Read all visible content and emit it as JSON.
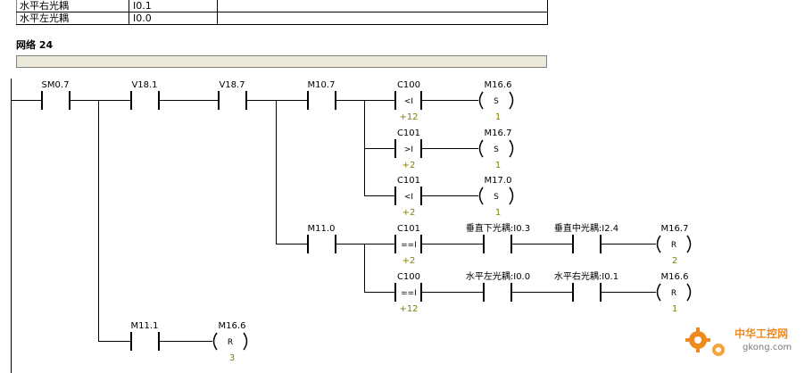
{
  "symbol_table": {
    "rows": [
      {
        "name": "水平右光耦",
        "address": "I0.1"
      },
      {
        "name": "水平左光耦",
        "address": "I0.0"
      }
    ]
  },
  "network": {
    "title": "网络 24",
    "comment": ""
  },
  "contacts": {
    "sm07": "SM0.7",
    "v181": "V18.1",
    "v187": "V18.7",
    "m107": "M10.7",
    "m110": "M11.0",
    "m111": "M11.1",
    "vert_lower": "垂直下光耦:I0.3",
    "vert_mid": "垂直中光耦:I2.4",
    "horz_left": "水平左光耦:I0.0",
    "horz_right": "水平右光耦:I0.1"
  },
  "compares": [
    {
      "counter": "C100",
      "op": "<I",
      "value": "+12"
    },
    {
      "counter": "C101",
      "op": ">I",
      "value": "+2"
    },
    {
      "counter": "C101",
      "op": "<I",
      "value": "+2"
    },
    {
      "counter": "C101",
      "op": "==I",
      "value": "+2"
    },
    {
      "counter": "C100",
      "op": "==I",
      "value": "+12"
    }
  ],
  "coils": [
    {
      "addr": "M16.6",
      "type": "S",
      "count": "1"
    },
    {
      "addr": "M16.7",
      "type": "S",
      "count": "1"
    },
    {
      "addr": "M17.0",
      "type": "S",
      "count": "1"
    },
    {
      "addr": "M16.7",
      "type": "R",
      "count": "2"
    },
    {
      "addr": "M16.6",
      "type": "R",
      "count": "1"
    },
    {
      "addr": "M16.6",
      "type": "R",
      "count": "3"
    }
  ],
  "watermark": {
    "text": "中华工控网",
    "url": "gkong.com",
    "accent": "#f08a1c"
  },
  "colors": {
    "line": "#000000",
    "value": "#808000",
    "comment_bg": "#ece9d8"
  }
}
